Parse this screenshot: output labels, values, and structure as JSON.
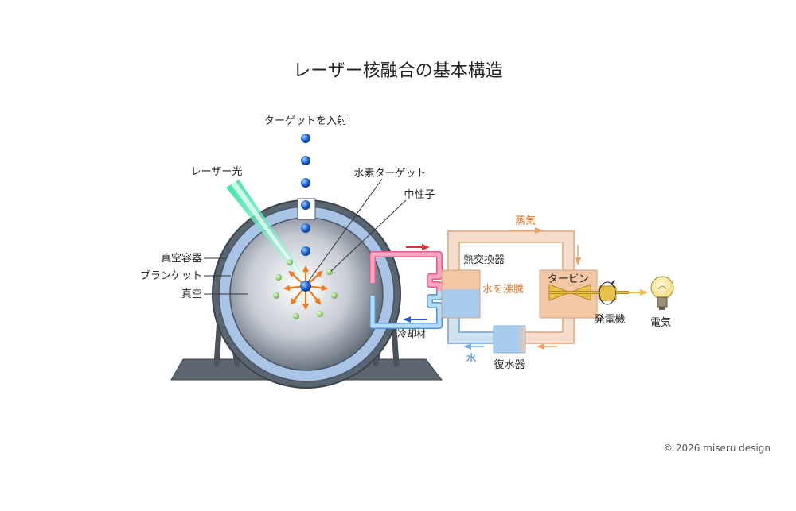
{
  "title": "レーザー核融合の基本構造",
  "labels": {
    "inject_target": "ターゲットを入射",
    "laser_light": "レーザー光",
    "hydrogen_target": "水素ターゲット",
    "neutron": "中性子",
    "vacuum_vessel": "真空容器",
    "blanket": "ブランケット",
    "vacuum": "真空",
    "coolant": "冷却材",
    "heat_exchanger": "熱交換器",
    "boiling_water": "水を沸騰",
    "steam": "蒸気",
    "turbine": "タービン",
    "generator": "発電機",
    "electricity": "電気",
    "condenser": "復水器",
    "water": "水"
  },
  "credit": "© 2026 miseru design",
  "colors": {
    "blanket": "#a9c4e4",
    "vessel_outline": "#4a5568",
    "target_ball": "#1f66d6",
    "laser_beam": "#4de0b0",
    "neutron": "#8fcf6a",
    "arrow_orange": "#f07a1a",
    "hot_pipe": "#f07aa8",
    "cold_pipe": "#8cc6ef",
    "steam_pipe": "#f4d2bf",
    "water_tank": "#a8ccee",
    "turbine_box": "#f3c7a4",
    "turbine_gold": "#e8c04a",
    "arrow_red": "#e03030",
    "arrow_blue": "#2c5fcf",
    "arrow_steam": "#e8a26a",
    "water_arrow": "#7ab0e0"
  }
}
